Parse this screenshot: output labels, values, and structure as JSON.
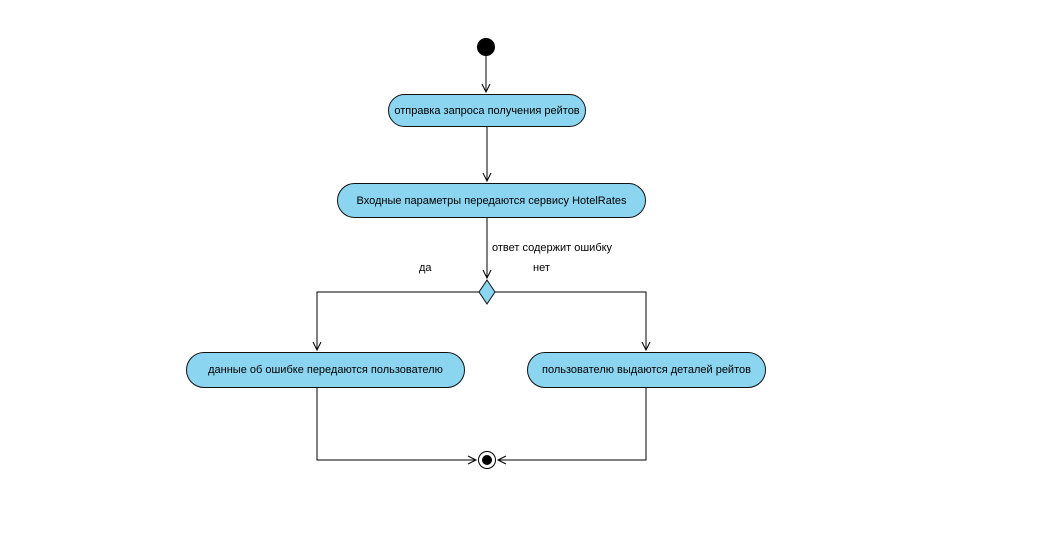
{
  "diagram": {
    "type": "uml-activity",
    "actions": {
      "send_request": "отправка запроса получения рейтов",
      "pass_params": "Входные параметры передаются сервису HotelRates",
      "error_to_user": "данные об ошибке передаются пользователю",
      "rates_to_user": "пользователю выдаются деталей рейтов"
    },
    "decision": {
      "guard": "ответ содержит ошибку",
      "yes": "да",
      "no": "нет"
    }
  },
  "colors": {
    "node_fill": "#8cd5f0",
    "node_border": "#111111",
    "line": "#000000",
    "background": "#ffffff"
  }
}
